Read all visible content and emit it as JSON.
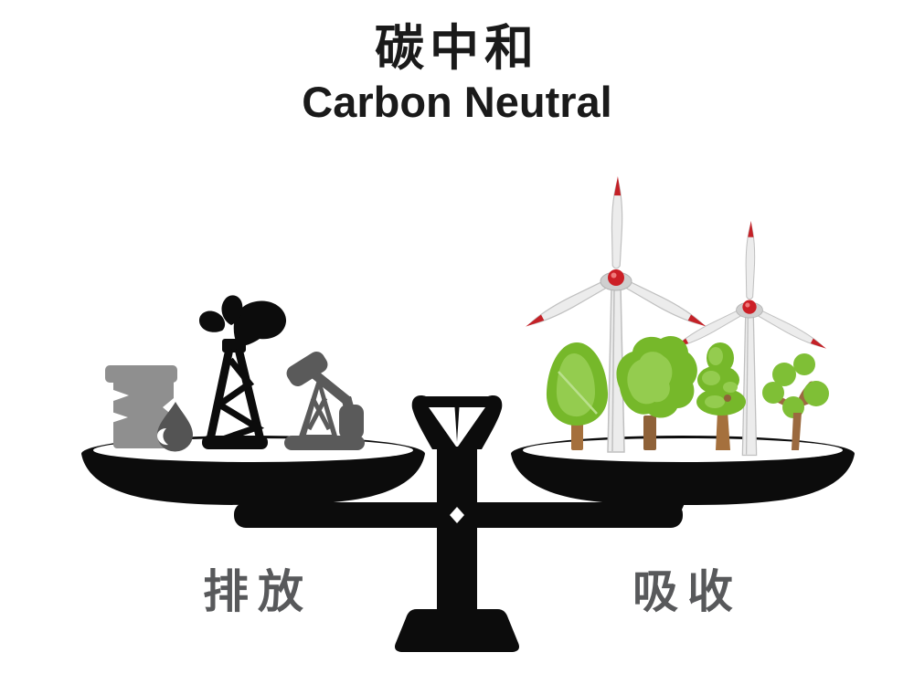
{
  "title": {
    "zh": "碳中和",
    "en": "Carbon Neutral"
  },
  "scale": {
    "left_label": "排放",
    "right_label": "吸收",
    "left_pan_contents": [
      "oil-barrel",
      "oil-drop",
      "oil-derrick-with-gusher",
      "pump-jack"
    ],
    "right_pan_contents": [
      "wind-turbine-large",
      "wind-turbine-small",
      "tree-round",
      "tree-bushy",
      "tree-conifer",
      "tree-sapling"
    ],
    "state": "balanced"
  },
  "colors": {
    "ink": "#0c0c0c",
    "label_gray": "#58595b",
    "barrel_gray": "#8f8f8f",
    "drop_gray": "#545454",
    "pump_gray": "#5a5a5a",
    "tree_green": "#76b82a",
    "tree_green_light": "#94cc4f",
    "trunk_brown": "#a5703d",
    "trunk_brown_dark": "#8f6239",
    "blade_tip_red": "#c42127",
    "hub_red": "#cc1f26",
    "turbine_body": "#ececec",
    "turbine_edge": "#c0c0c0",
    "nacelle_gray": "#cfcfcf"
  }
}
